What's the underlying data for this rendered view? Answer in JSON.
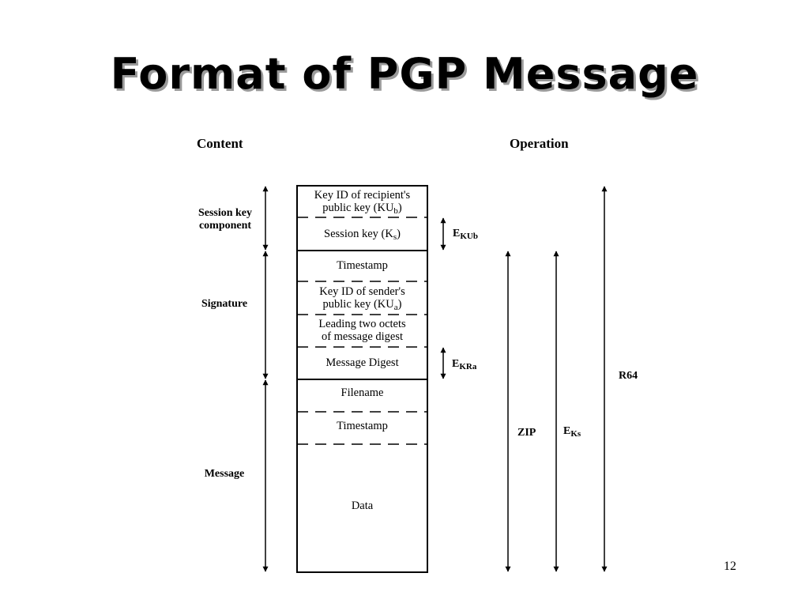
{
  "title": "Format of PGP Message",
  "headers": {
    "content": "Content",
    "operation": "Operation"
  },
  "sections": {
    "session_key": [
      "Session key",
      "component"
    ],
    "signature": "Signature",
    "message": "Message"
  },
  "cells": {
    "key_id_recipient": {
      "line1": "Key ID of recipient's",
      "line2_pre": "public key (KU",
      "line2_sub": "b",
      "line2_post": ")"
    },
    "session_key": {
      "pre": "Session key (K",
      "sub": "s",
      "post": ")"
    },
    "timestamp_sig": "Timestamp",
    "key_id_sender": {
      "line1": "Key ID of sender's",
      "line2_pre": "public key (KU",
      "line2_sub": "a",
      "line2_post": ")"
    },
    "leading_octets": [
      "Leading two octets",
      "of message digest"
    ],
    "message_digest": "Message Digest",
    "filename": "Filename",
    "timestamp_msg": "Timestamp",
    "data": "Data"
  },
  "operations": {
    "e_kub": {
      "main": "E",
      "sub": "KUb"
    },
    "e_kra": {
      "main": "E",
      "sub": "KRa"
    },
    "zip": "ZIP",
    "e_ks": {
      "main": "E",
      "sub": "Ks"
    },
    "r64": "R64"
  },
  "page_number": "12"
}
